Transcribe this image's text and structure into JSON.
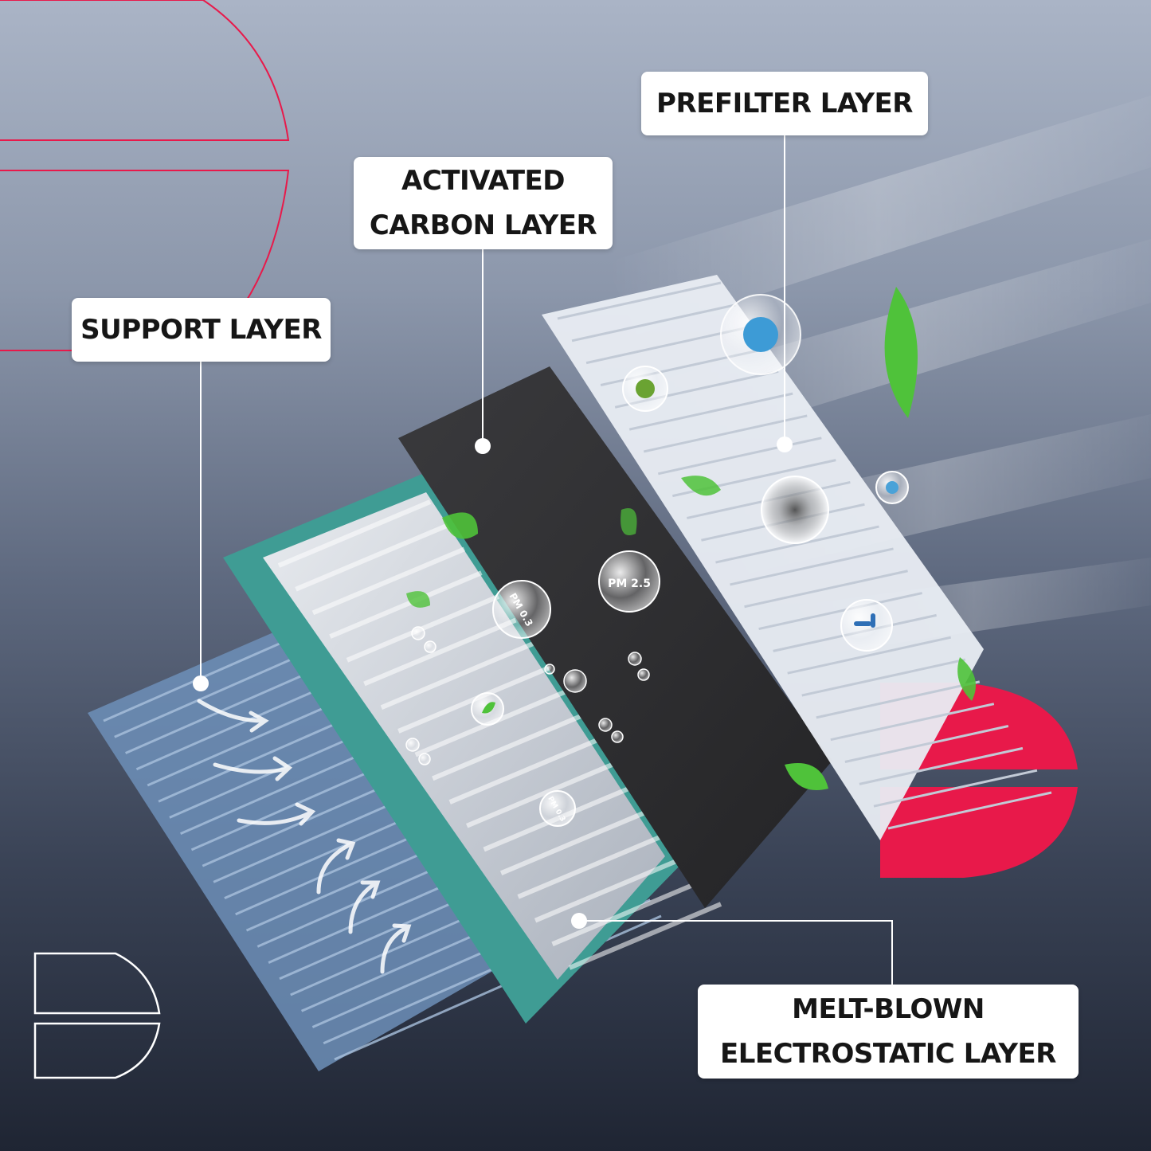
{
  "labels": {
    "support": "SUPPORT LAYER",
    "carbon_line1": "ACTIVATED",
    "carbon_line2": "CARBON LAYER",
    "prefilter": "PREFILTER LAYER",
    "meltblown_line1": "MELT-BLOWN",
    "meltblown_line2": "ELECTROSTATIC LAYER"
  },
  "particles": {
    "pm25": "PM 2.5",
    "pm03_a": "PM 0.3",
    "pm03_b": "PM 0.3"
  },
  "colors": {
    "accent_red": "#e8194a",
    "frame_teal": "#3f9c94",
    "carbon_dark": "#2f2f31",
    "leaf_green": "#4fc23a",
    "support_blue": "#6d8fb8"
  }
}
